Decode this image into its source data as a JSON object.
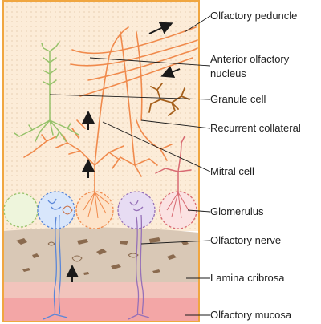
{
  "labels": {
    "olfactory_peduncle": "Olfactory peduncle",
    "anterior_olfactory_nucleus_1": "Anterior olfactory",
    "anterior_olfactory_nucleus_2": "nucleus",
    "granule_cell": "Granule cell",
    "recurrent_collateral": "Recurrent collateral",
    "mitral_cell": "Mitral cell",
    "glomerulus": "Glomerulus",
    "olfactory_nerve": "Olfactory  nerve",
    "lamina_cribrosa": "Lamina cribrosa",
    "olfactory_mucosa": "Olfactory mucosa"
  },
  "colors": {
    "bulb_background": "#fcecd8",
    "frame": "#f0a640",
    "nerve_layer": "#d9c8b6",
    "lamina": "#f2c4bc",
    "mucosa": "#f3a6a6",
    "mitral_cell": "#f08a4c",
    "granule_cell": "#96c26a",
    "anterior_nucleus_cell": "#a6601c",
    "pink_cell": "#d86a72",
    "receptor_blue": "#5a86d8",
    "receptor_purple": "#9670b8",
    "arrow": "#1a1a1a"
  }
}
